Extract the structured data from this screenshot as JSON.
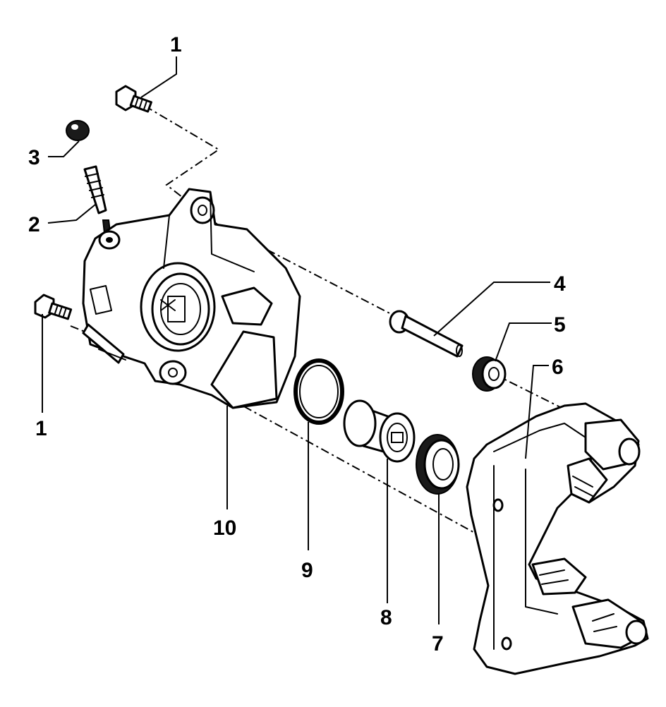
{
  "callouts": {
    "bolt_top": "1",
    "bolt_left": "1",
    "bleeder_valve": "2",
    "bleeder_cap": "3",
    "guide_pin": "4",
    "guide_bushing": "5",
    "caliper_bracket": "6",
    "dust_boot": "7",
    "piston": "8",
    "piston_seal": "9",
    "caliper_housing": "10"
  }
}
